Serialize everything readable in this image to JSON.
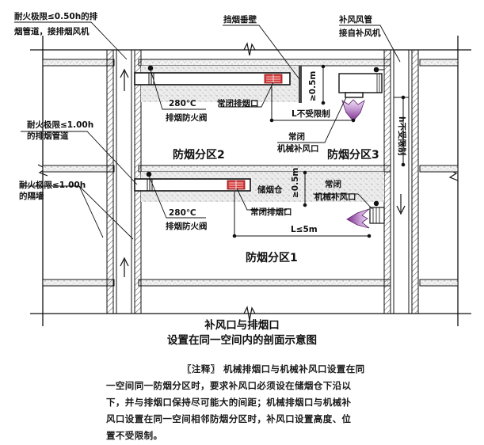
{
  "colors": {
    "line": "#111111",
    "slab_fill": "#ededed",
    "smoke_reservoir_fill": "#e4e4e4",
    "outlet_red": "#cc1f1f",
    "arrow_purple": "#8a3a9a",
    "arrow_purple_light": "#e2c6ec"
  },
  "labels": {
    "top_left_duct_line1": "耐火极限≤0.50h的排",
    "top_left_duct_line2": "烟管道，接排烟风机",
    "smoke_curtain": "挡烟垂壁",
    "supply_duct_line1": "补风风管",
    "supply_duct_line2": "接自补风机",
    "duct_1h_line1": "耐火极限≤1.00h",
    "duct_1h_line2": "的排烟管道",
    "wall_1h_line1": "耐火极限≤1.00h",
    "wall_1h_line2": "的隔墙",
    "damper_temp_upper": "280℃",
    "damper_name_upper": "排烟防火阀",
    "damper_temp_lower": "280℃",
    "damper_name_lower": "排烟防火阀",
    "smoke_outlet_upper": "常闭排烟口",
    "smoke_outlet_lower": "常闭排烟口",
    "height_upper": "≥0.5m",
    "height_lower": "≥0.5m",
    "dist_upper": "L不受限制",
    "dist_lower": "L≤5m",
    "supply_upper_line1": "常闭",
    "supply_upper_line2": "机械补风口",
    "supply_lower_line1": "常闭",
    "supply_lower_line2": "机械补风口",
    "h_unlimited": "h不受限制",
    "smoke_reservoir": "储烟仓",
    "zone2": "防烟分区2",
    "zone3": "防烟分区3",
    "zone1": "防烟分区1"
  },
  "caption": {
    "line1": "补风口与排烟口",
    "line2": "设置在同一空间内的剖面示意图"
  },
  "note": {
    "lines": [
      "〖注释〗 机械排烟口与机械补风口设置在同",
      "一空间同一防烟分区时，要求补风口必须设在储烟仓下沿以",
      "下，并与排烟口保持尽可能大的间距；机械排烟口与机械补",
      "风口设置在同一空间相邻防烟分区时，补风口设置高度、位",
      "置不受限制。"
    ]
  }
}
